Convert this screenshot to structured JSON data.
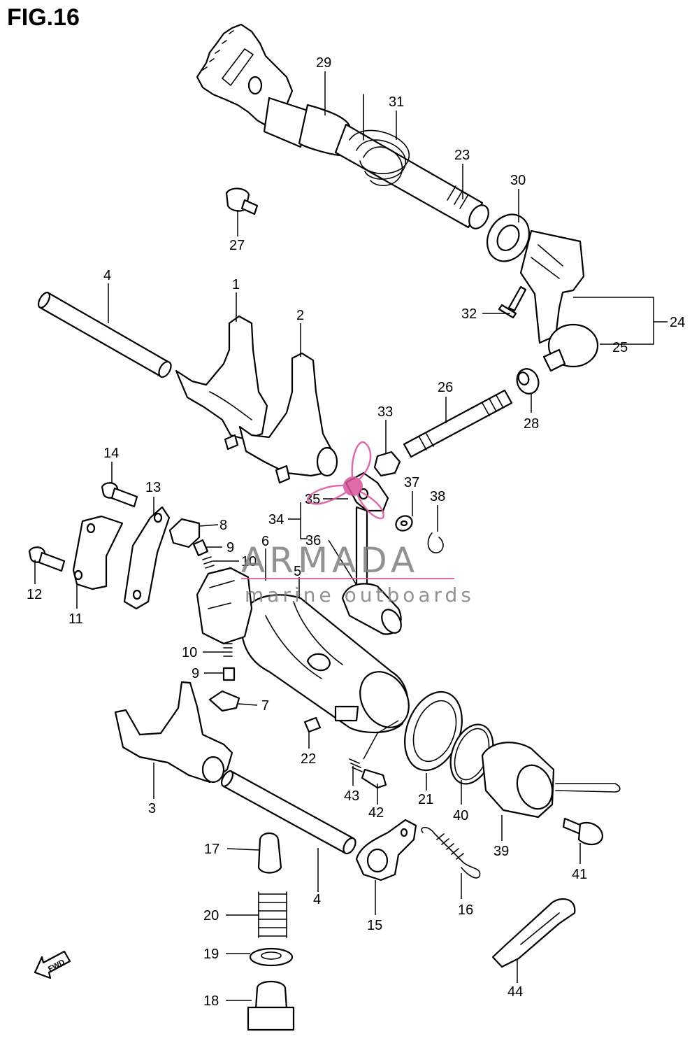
{
  "figure": {
    "title": "FIG.16"
  },
  "watermark": {
    "brand": "ARMADA",
    "tagline": "marine outboards",
    "color": "#d9539a"
  },
  "fwd_arrow": {
    "label": "FWD"
  },
  "callouts": {
    "c29": "29",
    "c31": "31",
    "c23": "23",
    "c30": "30",
    "c27": "27",
    "c4a": "4",
    "c1": "1",
    "c2": "2",
    "c32": "32",
    "c24": "24",
    "c25": "25",
    "c26": "26",
    "c33": "33",
    "c28": "28",
    "c14": "14",
    "c13": "13",
    "c8": "8",
    "c9a": "9",
    "c10a": "10",
    "c6": "6",
    "c37": "37",
    "c38": "38",
    "c35": "35",
    "c34": "34",
    "c36": "36",
    "c5": "5",
    "c12": "12",
    "c11": "11",
    "c10b": "10",
    "c9b": "9",
    "c7": "7",
    "c22": "22",
    "c3": "3",
    "c43": "43",
    "c42": "42",
    "c21": "21",
    "c40": "40",
    "c39": "39",
    "c41": "41",
    "c17": "17",
    "c4b": "4",
    "c15": "15",
    "c16": "16",
    "c20": "20",
    "c19": "19",
    "c18": "18",
    "c44": "44"
  }
}
